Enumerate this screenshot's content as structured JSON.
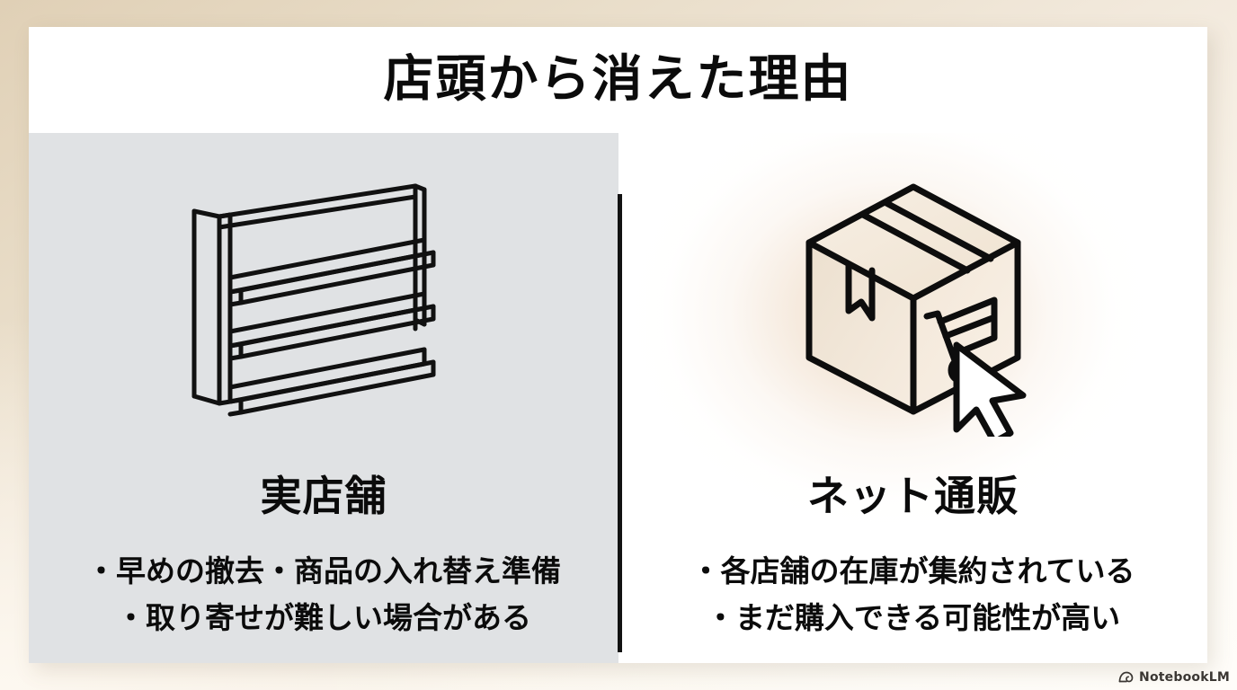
{
  "slide": {
    "title": "店頭から消えた理由",
    "background_gradient_from": "#e0d0b6",
    "background_gradient_to": "#fdfbf7",
    "card_background": "#ffffff"
  },
  "columns": [
    {
      "id": "store",
      "heading": "実店舗",
      "panel_color": "#e0e2e4",
      "icon": "empty-store-shelf-icon",
      "bullets": [
        "・早めの撤去・商品の入れ替え準備",
        "・取り寄せが難しい場合がある"
      ]
    },
    {
      "id": "online",
      "heading": "ネット通販",
      "panel_color": "#ffffff",
      "glow_color": "#f0dcc5",
      "icon": "shipping-box-with-cart-cursor-icon",
      "bullets": [
        "・各店舗の在庫が集約されている",
        "・まだ購入できる可能性が高い"
      ]
    }
  ],
  "divider": {
    "color": "#121212"
  },
  "watermark": {
    "label": "NotebookLM",
    "icon": "notebooklm-spiral-icon"
  }
}
